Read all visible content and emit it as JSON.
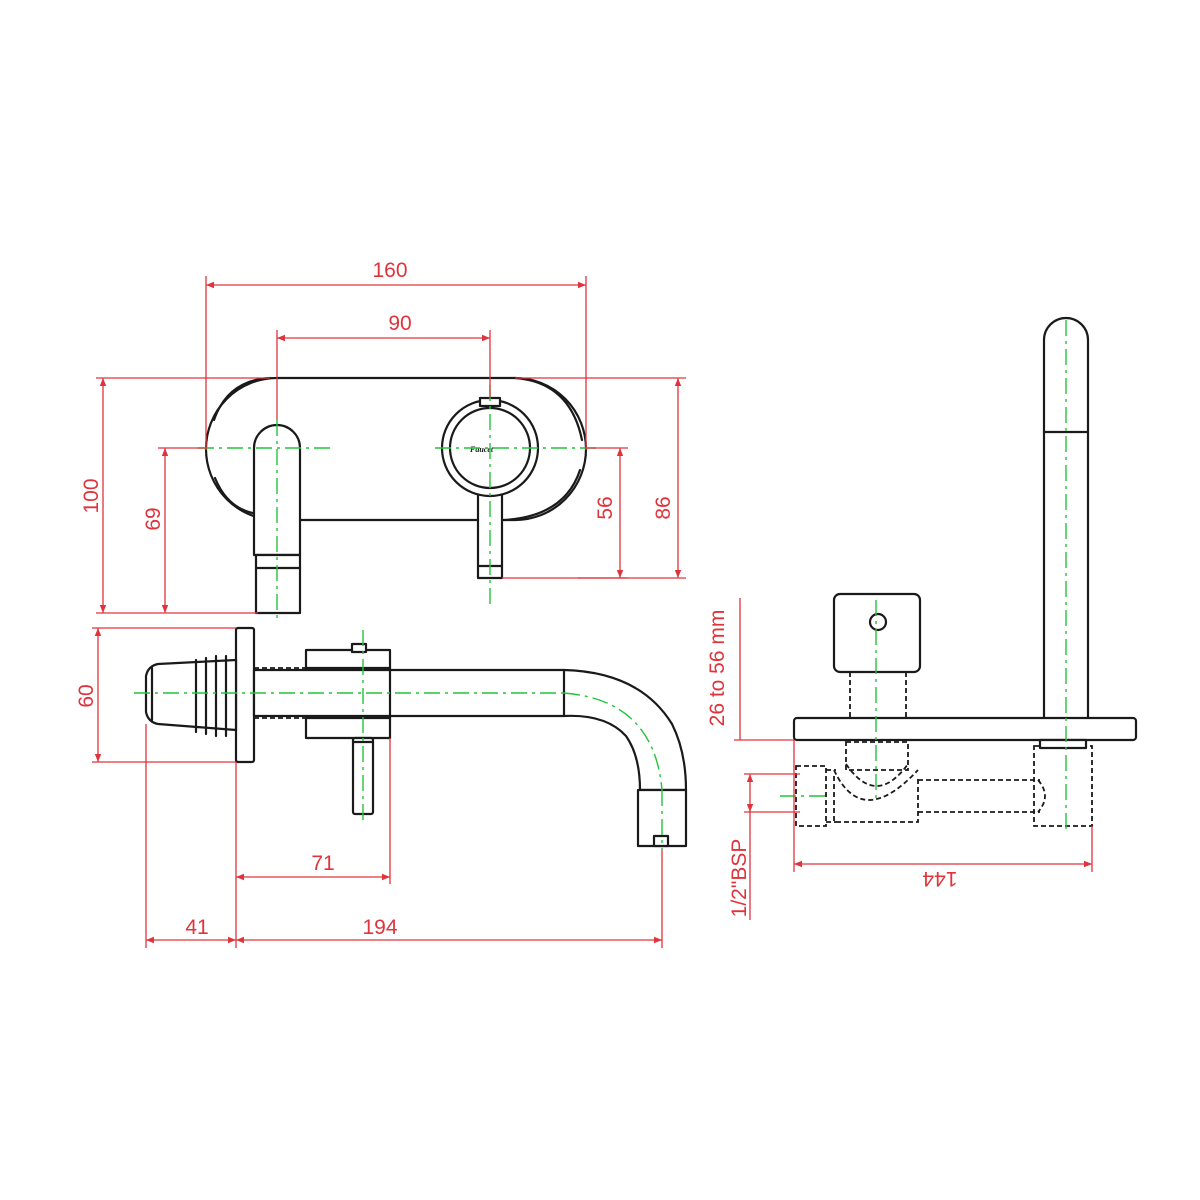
{
  "dimensions": {
    "front_width": "160",
    "front_centers": "90",
    "front_height": "100",
    "spout_outlet_height": "69",
    "lever_height": "56",
    "plate_height": "86",
    "side_plate_height": "60",
    "lever_offset": "71",
    "wall_depth": "41",
    "spout_reach": "194",
    "wall_depth_range": "26 to 56 mm",
    "inlet_thread": "1/2\"BSP",
    "body_length": "144"
  },
  "brand_mark": "Faucet",
  "colors": {
    "outline": "#1a1a1a",
    "dimension": "#e0343c",
    "centerline": "#22c43c"
  }
}
